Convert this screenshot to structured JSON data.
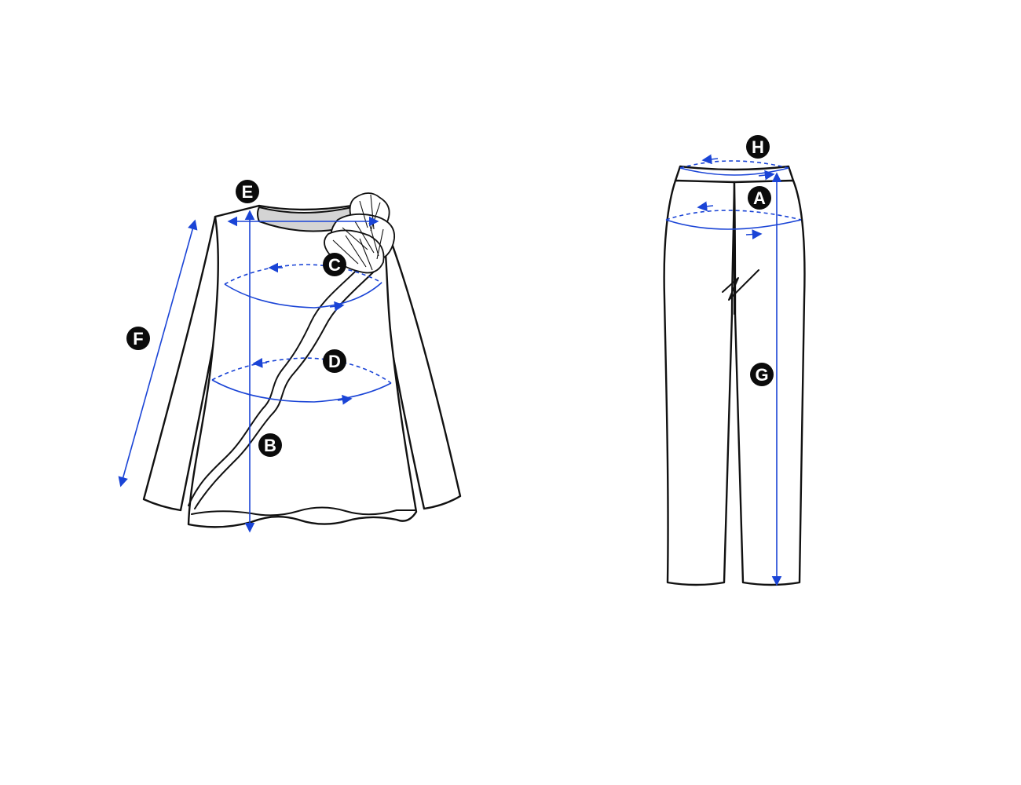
{
  "labels": {
    "A": "A",
    "B": "B",
    "C": "C",
    "D": "D",
    "E": "E",
    "F": "F",
    "G": "G",
    "H": "H"
  },
  "colors": {
    "measure_line": "#1a44d6",
    "badge": "#0b0b0b",
    "outline": "#111111",
    "neckline": "#d4d4d4"
  }
}
